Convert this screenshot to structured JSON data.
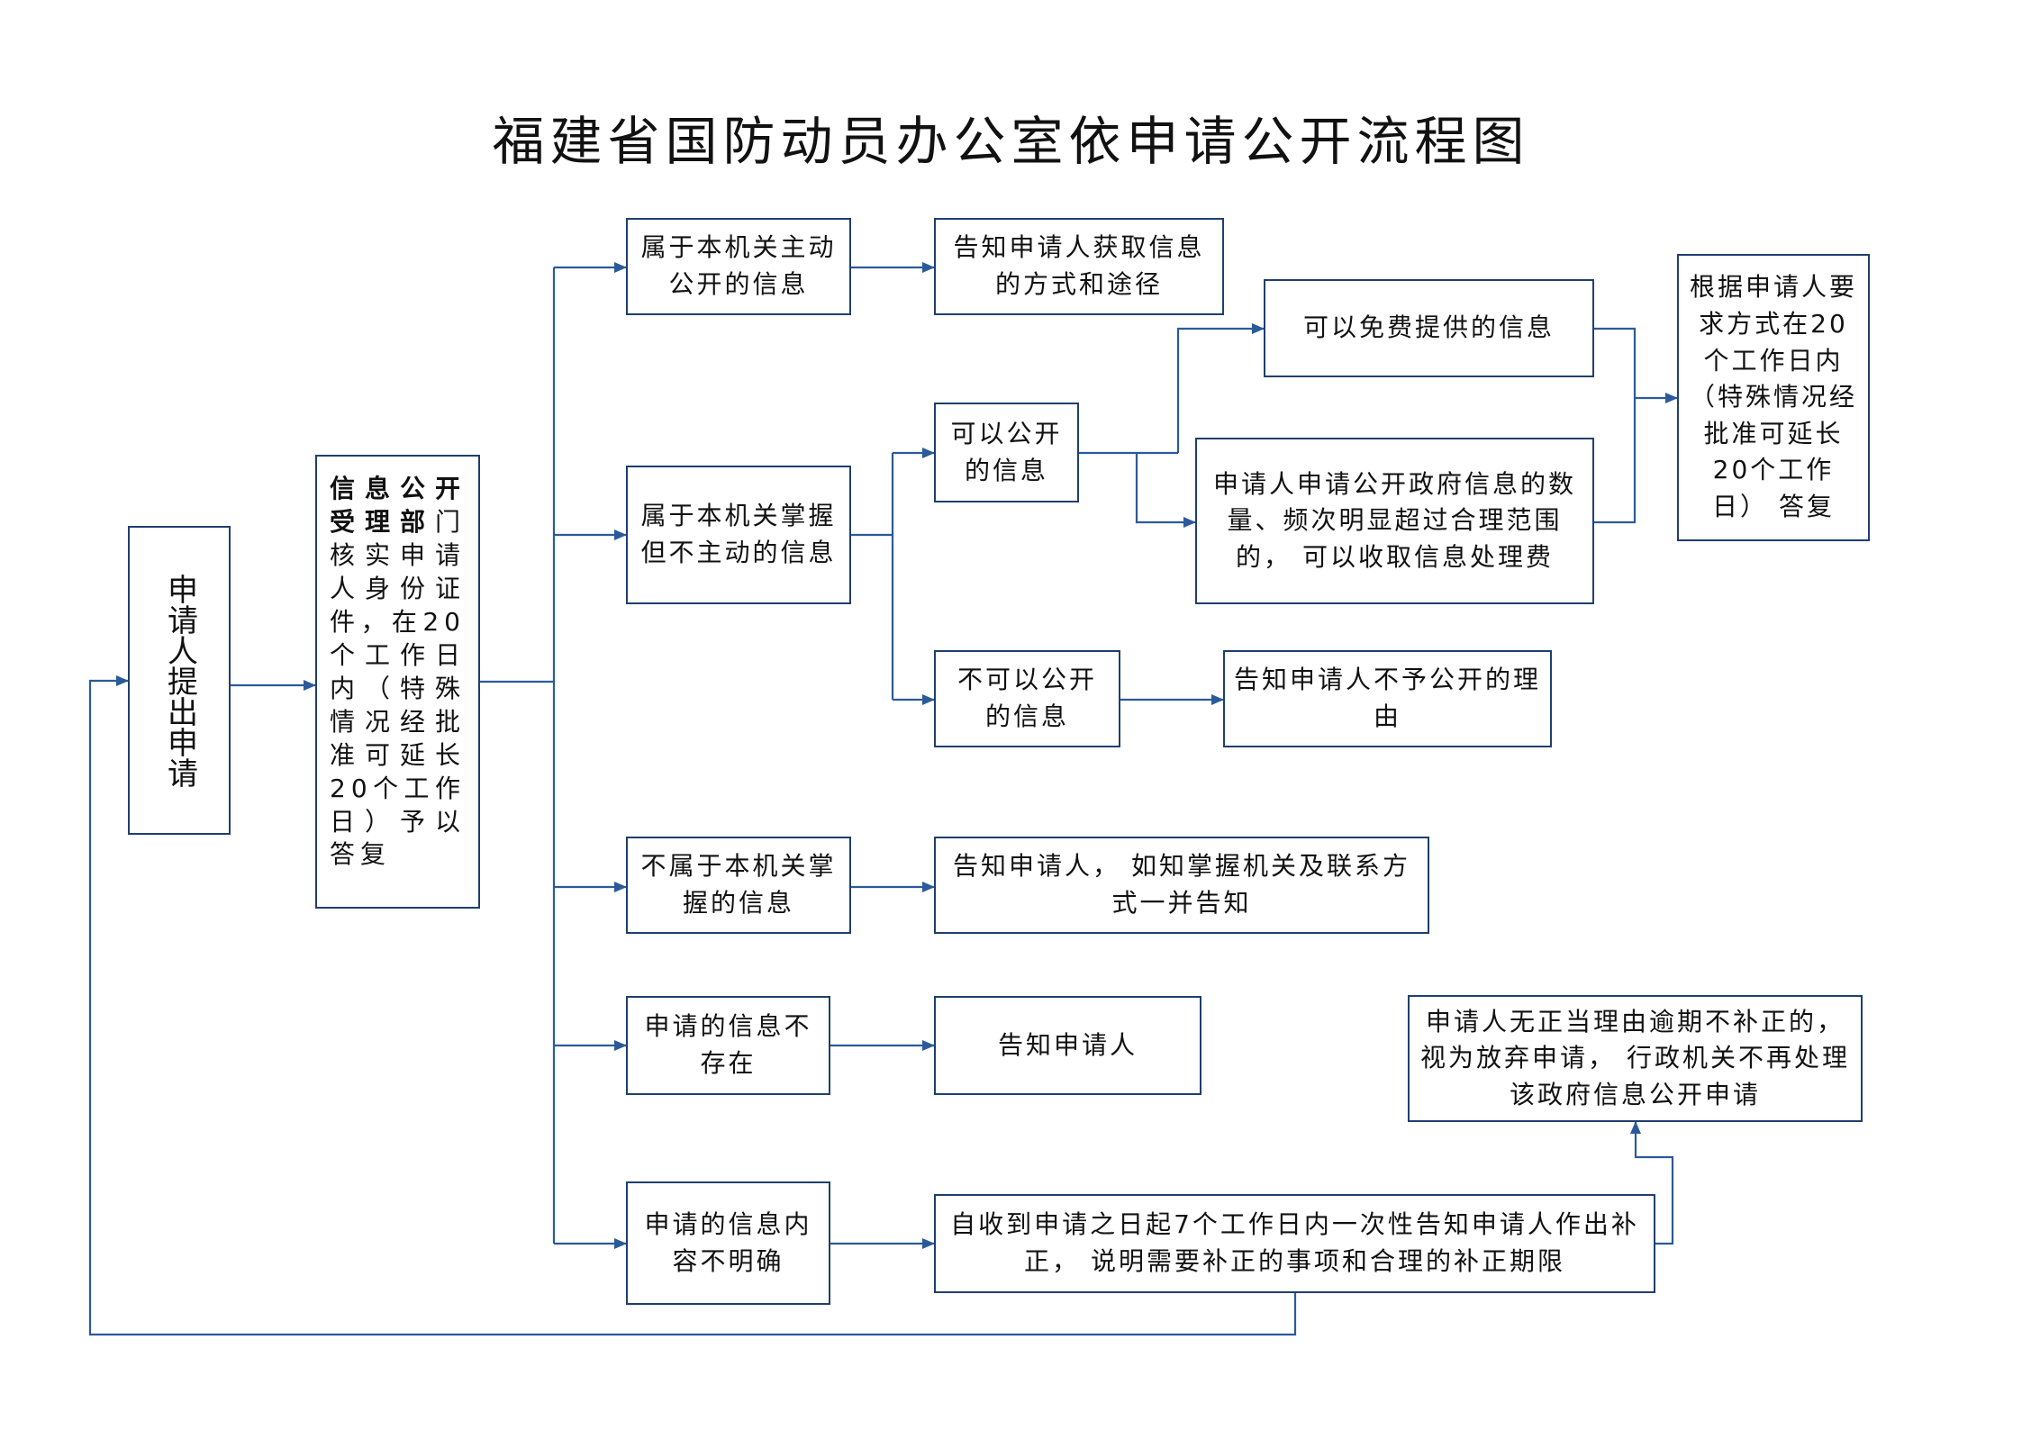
{
  "title": "福建省国防动员办公室依申请公开流程图",
  "nodes": {
    "apply": "申请人提出申请",
    "accept_bold": "信息公开",
    "accept_bold2": "受理部",
    "accept_rest": "门核实申请人身份证件，在20个工作日内（特殊情况经批准可延长20个工作日）予以答复",
    "active_public": "属于本机关主动公开的信息",
    "inform_method": "告知申请人获取信息的方式和途径",
    "held_not_active": "属于本机关掌握但不主动的信息",
    "can_public": "可以公开的信息",
    "free_info": "可以免费提供的信息",
    "fee_info": "申请人申请公开政府信息的数量、频次明显超过合理范围的， 可以收取信息处理费",
    "reply": "根据申请人要求方式在20个工作日内（特殊情况经批准可延长20个工作日） 答复",
    "cannot_public": "不可以公开的信息",
    "inform_reason": "告知申请人不予公开的理由",
    "not_held": "不属于本机关掌握的信息",
    "inform_contact": "告知申请人， 如知掌握机关及联系方式一并告知",
    "not_exist": "申请的信息不存在",
    "inform_applicant": "告知申请人",
    "unclear": "申请的信息内容不明确",
    "correction": "自收到申请之日起7个工作日内一次性告知申请人作出补正， 说明需要补正的事项和合理的补正期限",
    "abandon": "申请人无正当理由逾期不补正的， 视为放弃申请， 行政机关不再处理该政府信息公开申请"
  },
  "colors": {
    "line": "#2b5a9a",
    "border": "#1f3f6e"
  }
}
